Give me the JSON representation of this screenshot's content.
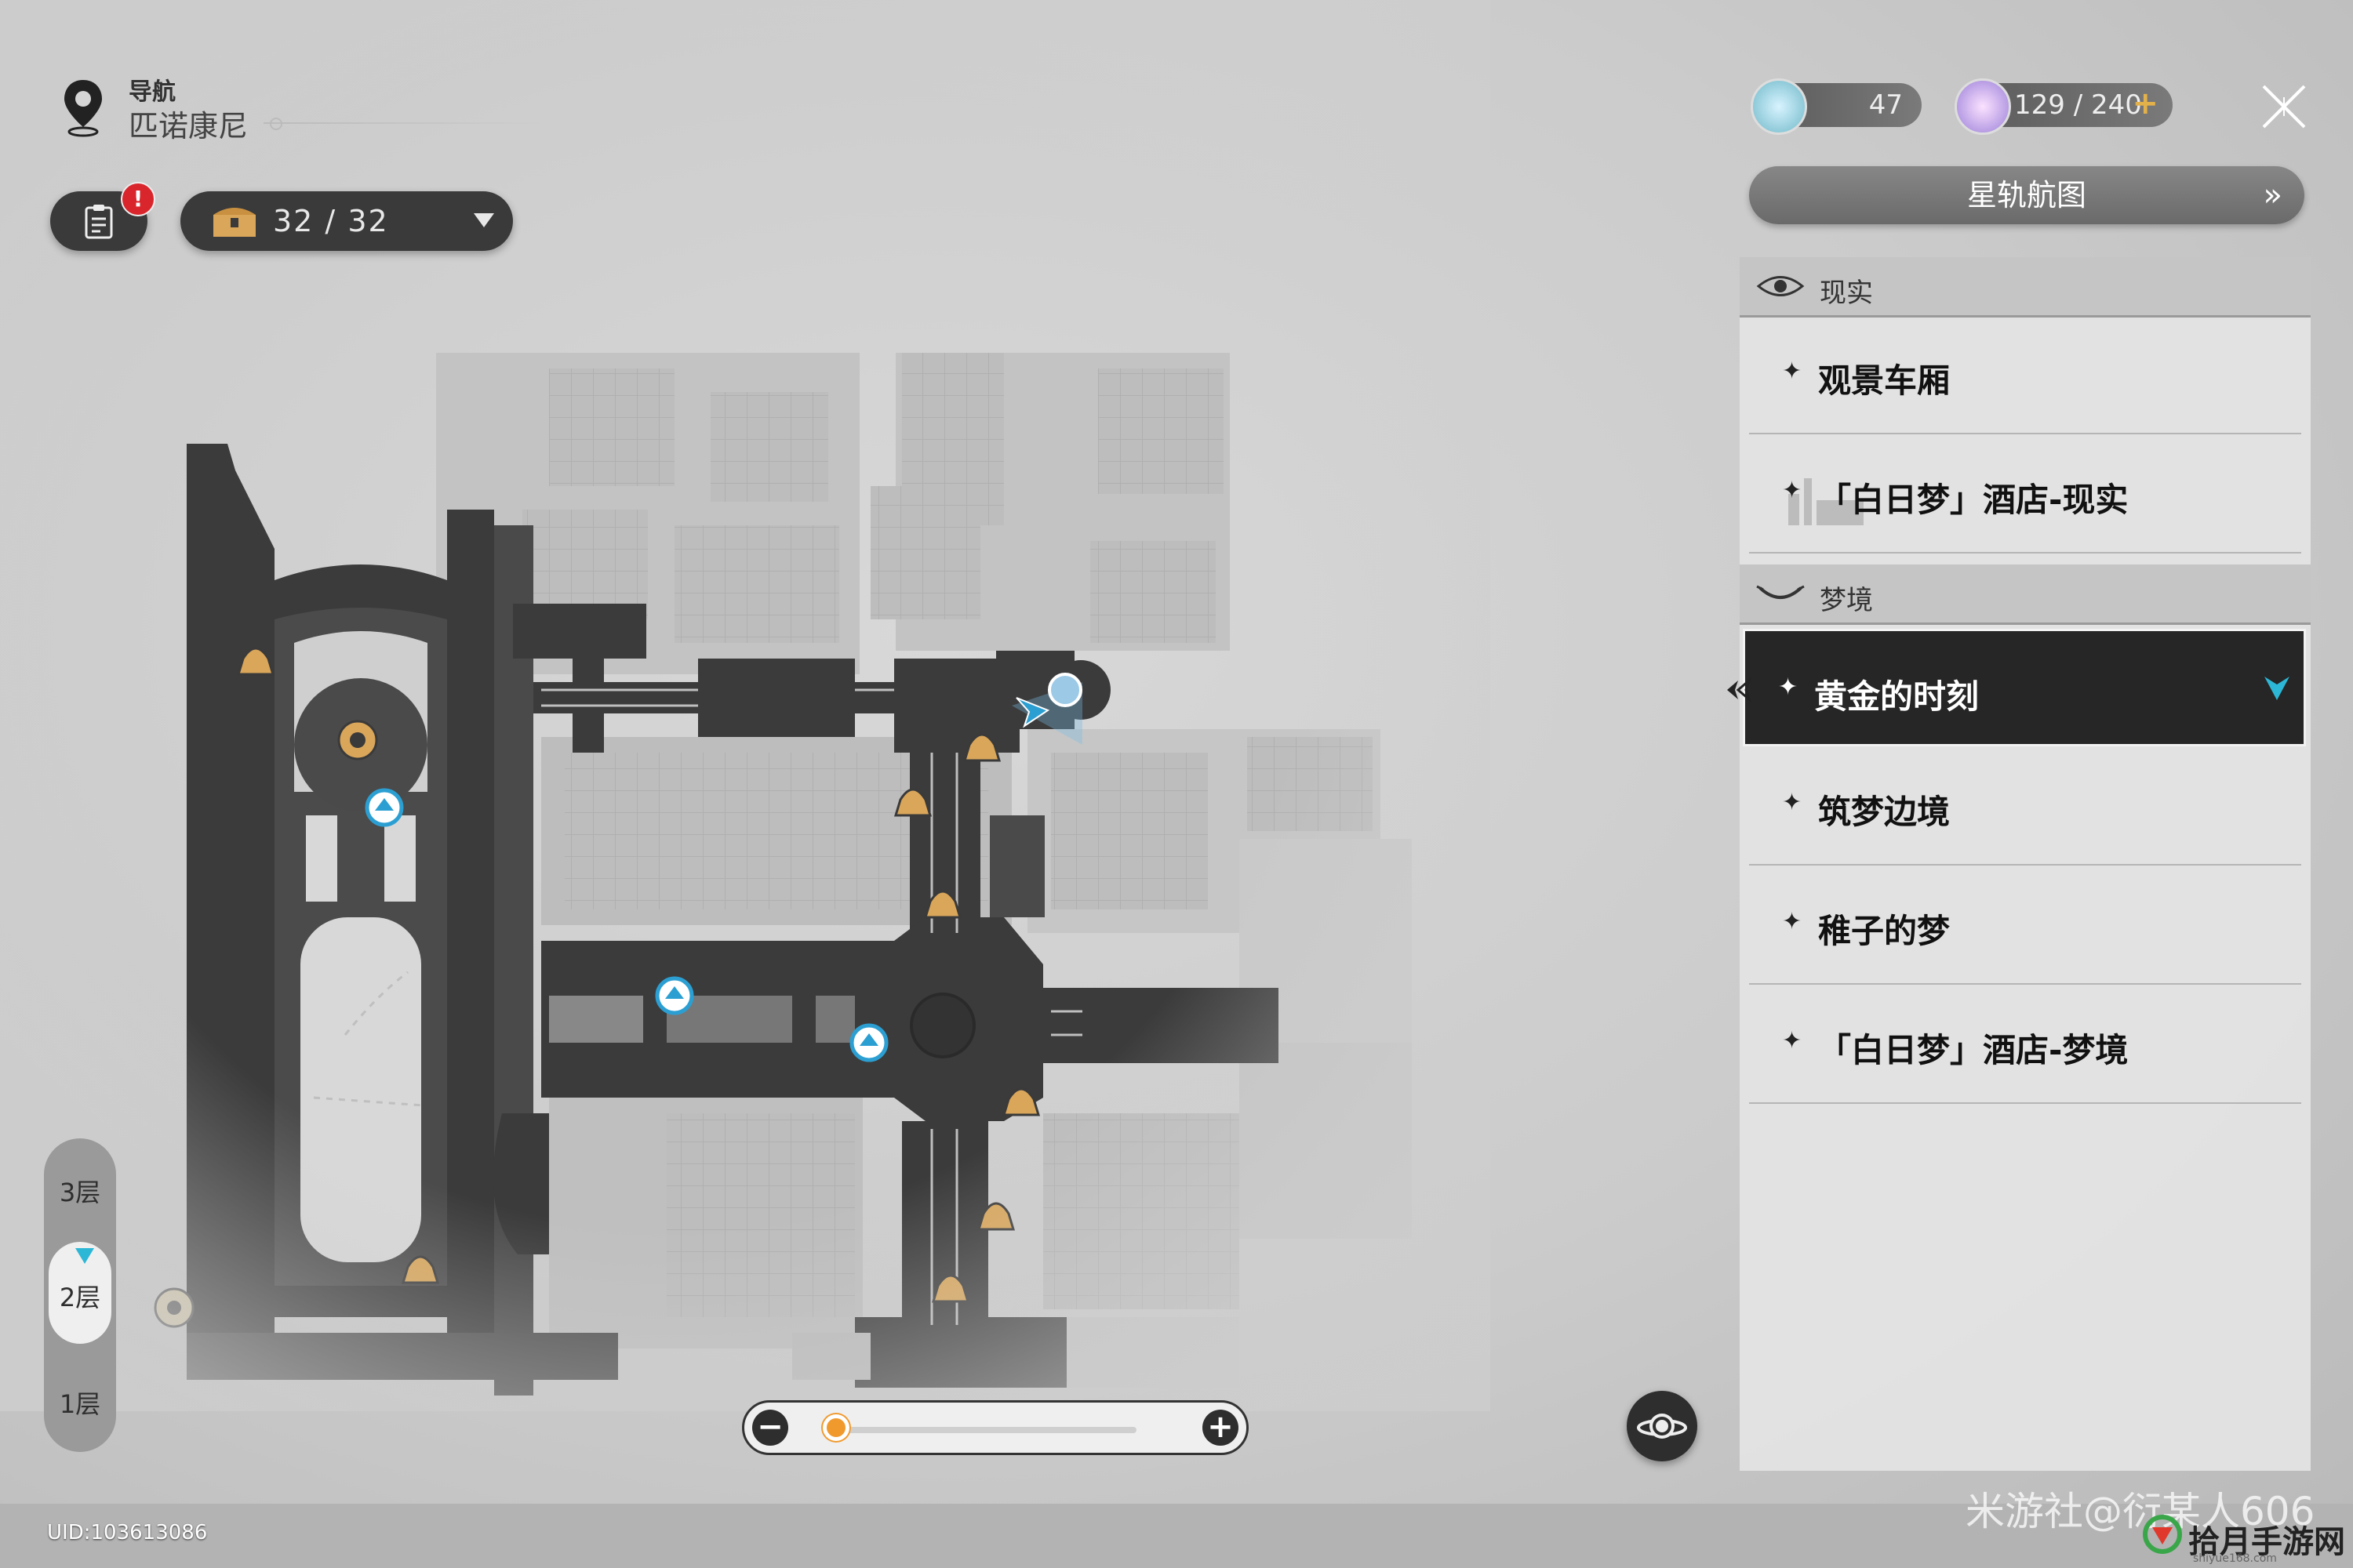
{
  "nav": {
    "title": "导航",
    "location": "匹诺康尼"
  },
  "task": {
    "badge": "!"
  },
  "chest": {
    "count": "32 / 32"
  },
  "currency": [
    {
      "value": "47",
      "icon": "stellar-jade-icon"
    },
    {
      "value": "129 / 240",
      "icon": "trailblaze-power-icon",
      "plus": "+"
    }
  ],
  "star_rail_map": {
    "label": "星轨航图"
  },
  "sections": [
    {
      "header": "现实",
      "icon": "eye-icon",
      "items": [
        {
          "label": "观景车厢"
        },
        {
          "label": "「白日梦」酒店-现实"
        }
      ]
    },
    {
      "header": "梦境",
      "icon": "closed-eye-icon",
      "items": [
        {
          "label": "黄金的时刻",
          "selected": true
        },
        {
          "label": "筑梦边境"
        },
        {
          "label": "稚子的梦"
        },
        {
          "label": "「白日梦」酒店-梦境"
        }
      ]
    }
  ],
  "floors": {
    "items": [
      "3层",
      "2层",
      "1层"
    ],
    "selected": "2层"
  },
  "zoom": {
    "minus": "−",
    "plus": "+",
    "level": 0.02
  },
  "footer": {
    "uid": "UID:103613086",
    "watermark": "米游社@衍某人606",
    "site": "拾月手游网",
    "site_url": "shiyue168.com"
  },
  "colors": {
    "accent_blue": "#2cb7d6",
    "zoom_orange": "#f09a2e",
    "map_dark": "#3b3b3b",
    "badge_red": "#d8262c"
  }
}
